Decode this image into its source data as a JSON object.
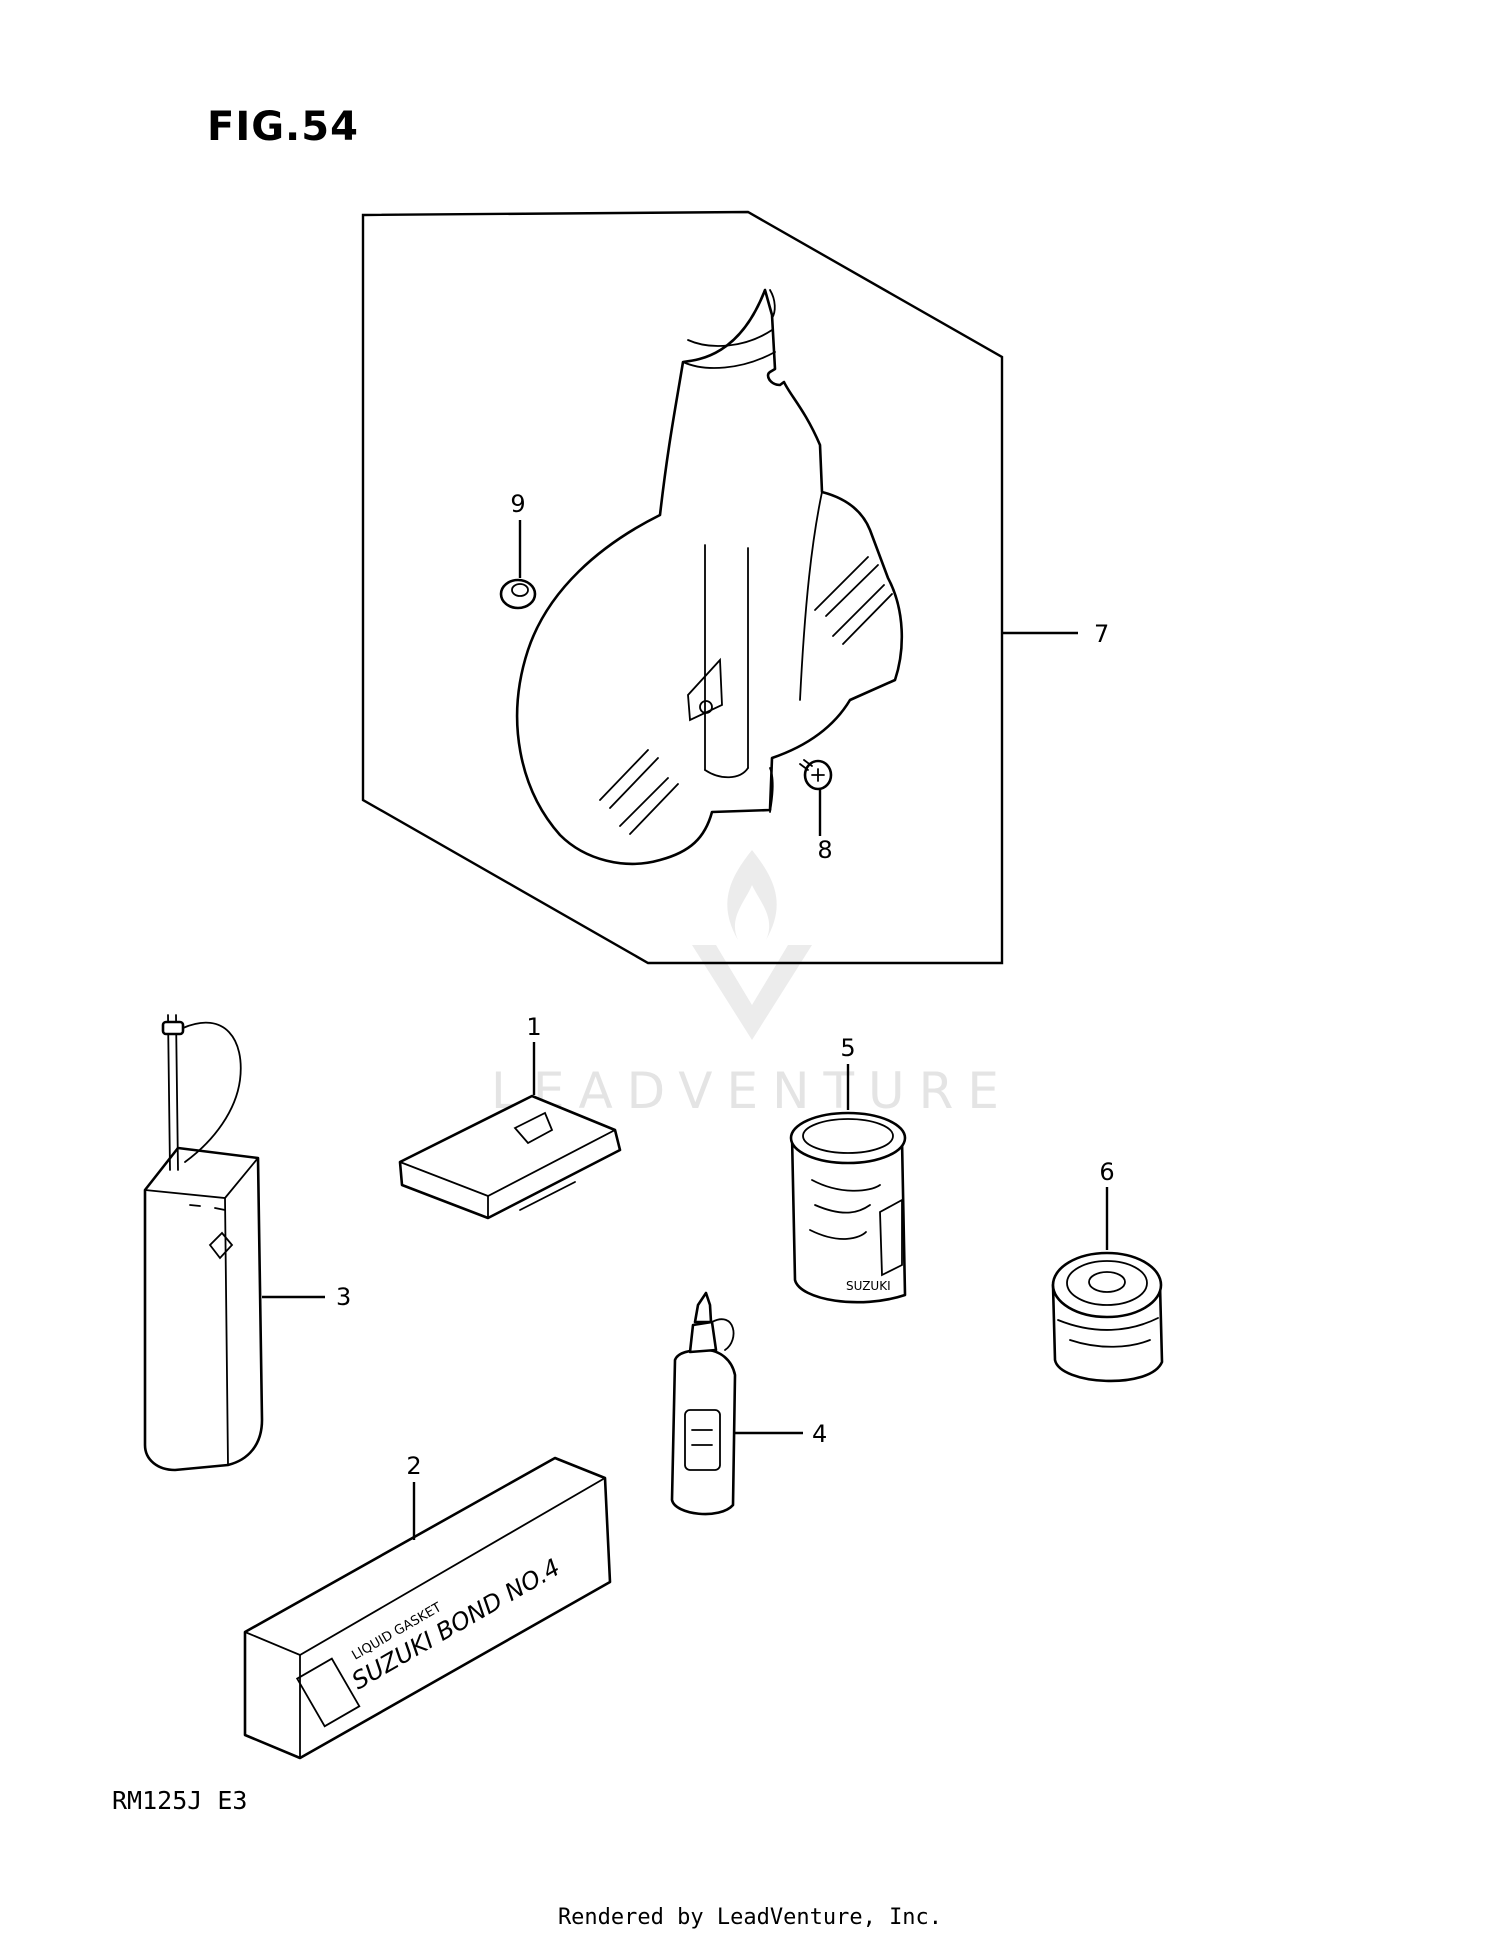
{
  "figure": {
    "title": "FIG.54",
    "model_code": "RM125J E3"
  },
  "callouts": [
    {
      "number": "1"
    },
    {
      "number": "2"
    },
    {
      "number": "3"
    },
    {
      "number": "4"
    },
    {
      "number": "5"
    },
    {
      "number": "6"
    },
    {
      "number": "7"
    },
    {
      "number": "8"
    },
    {
      "number": "9"
    }
  ],
  "labels": {
    "bond_line1": "LIQUID GASKET",
    "bond_line2": "SUZUKI BOND NO.4",
    "can_brand": "SUZUKI"
  },
  "watermark": {
    "text": "LEADVENTURE"
  },
  "footer": {
    "rendered_by": "Rendered by LeadVenture, Inc."
  }
}
